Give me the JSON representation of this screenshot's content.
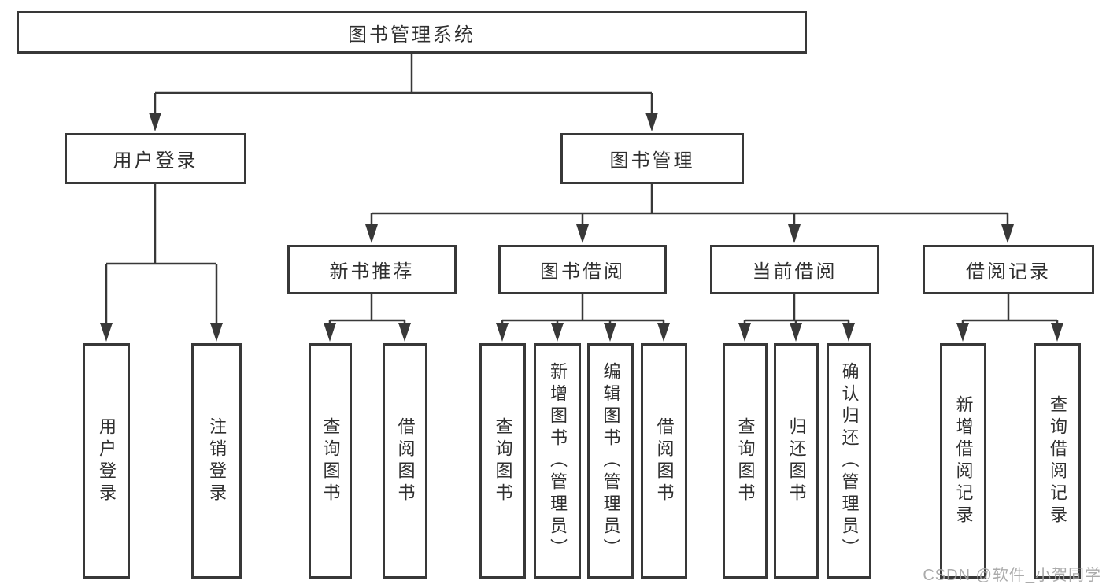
{
  "colors": {
    "line": "#383838",
    "text": "#2f2f2f",
    "background": "#ffffff",
    "watermark_text": "#a3a3a3"
  },
  "watermark": {
    "text": "CSDN @软件_小贺同学"
  },
  "tree": {
    "label": "图书管理系统",
    "children": [
      {
        "label": "用户登录",
        "children": [
          {
            "label": "用户登录"
          },
          {
            "label": "注销登录"
          }
        ]
      },
      {
        "label": "图书管理",
        "children": [
          {
            "label": "新书推荐",
            "children": [
              {
                "label": "查询图书"
              },
              {
                "label": "借阅图书"
              }
            ]
          },
          {
            "label": "图书借阅",
            "children": [
              {
                "label": "查询图书"
              },
              {
                "label": "新增图书（管理员）"
              },
              {
                "label": "编辑图书（管理员）"
              },
              {
                "label": "借阅图书"
              }
            ]
          },
          {
            "label": "当前借阅",
            "children": [
              {
                "label": "查询图书"
              },
              {
                "label": "归还图书"
              },
              {
                "label": "确认归还（管理员）"
              }
            ]
          },
          {
            "label": "借阅记录",
            "children": [
              {
                "label": "新增借阅记录"
              },
              {
                "label": "查询借阅记录"
              }
            ]
          }
        ]
      }
    ]
  }
}
